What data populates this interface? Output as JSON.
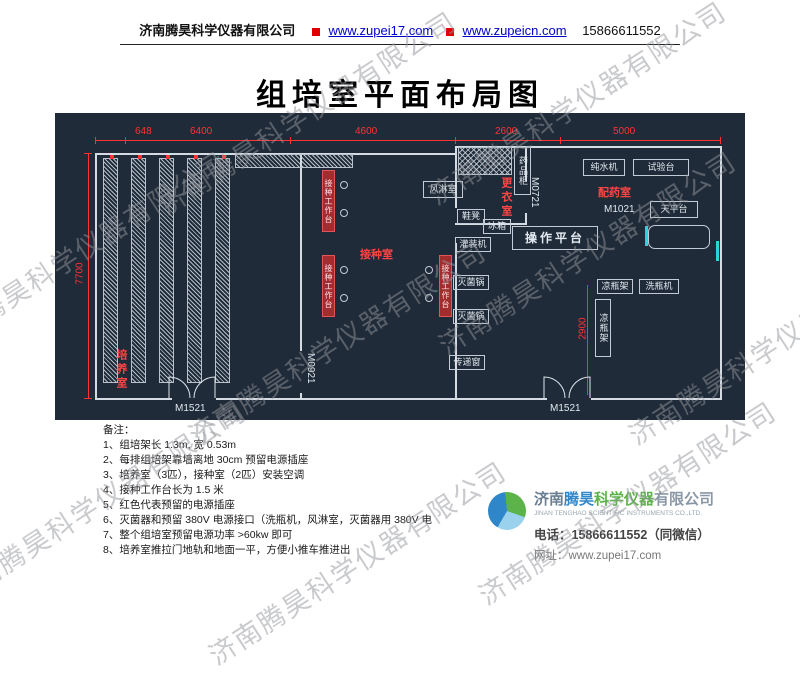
{
  "watermark": "济南腾昊科学仪器有限公司",
  "header": {
    "company": "济南腾昊科学仪器有限公司",
    "link1": "www.zupei17.com",
    "link2": "www.zupeicn.com",
    "phone": "15866611552"
  },
  "title": "组培室平面布局图",
  "plan": {
    "dim_top": [
      "648",
      "6400",
      "4600",
      "2600",
      "5000"
    ],
    "dim_left": "7700",
    "dim_right": "2900",
    "room_culture": "培养室",
    "room_inoculation": "接种室",
    "room_changing": "更衣室",
    "room_dispensing": "配药室",
    "bench": "接种工作台",
    "labels": {
      "air_shower": "风淋室",
      "medicine_cabinet": "药品柜",
      "water_purifier": "纯水机",
      "test_bench": "试验台",
      "balance_table": "天平台",
      "operation_platform": "操作平台",
      "shoe_bench": "鞋凳",
      "fridge": "冰箱",
      "filling_machine": "灌装机",
      "sterilizer": "灭菌锅",
      "transfer_window": "传递窗",
      "bottle_rack": "凉瓶架",
      "bottle_washer": "洗瓶机",
      "door_m1521": "M1521",
      "door_m0921": "M0921",
      "door_m0721": "M0721",
      "door_m1021": "M1021"
    }
  },
  "notes": {
    "heading": "备注：",
    "items": [
      "1、组培架长 1.3m, 宽 0.53m",
      "2、每排组培架靠墙离地 30cm 预留电源插座",
      "3、培养室（3匹），接种室（2匹）安装空调",
      "4、接种工作台长为 1.5 米",
      "5、红色代表预留的电源插座",
      "6、灭菌器和预留 380V 电源接口（洗瓶机，风淋室，灭菌器用 380V 电",
      "7、整个组培室预留电源功率 >60kw 即可",
      "8、培养室推拉门地轨和地面一平，方便小推车推进出"
    ]
  },
  "footer": {
    "company_cn_1": "济南",
    "company_cn_2": "腾昊",
    "company_cn_3": "科学仪器",
    "company_cn_4": "有限公司",
    "company_en": "JINAN TENGHAO SCIENTIFIC INSTRUMENTS CO.,LTD.",
    "phone": "电话：15866611552（同微信）",
    "web": "网址：www.zupei17.com"
  }
}
